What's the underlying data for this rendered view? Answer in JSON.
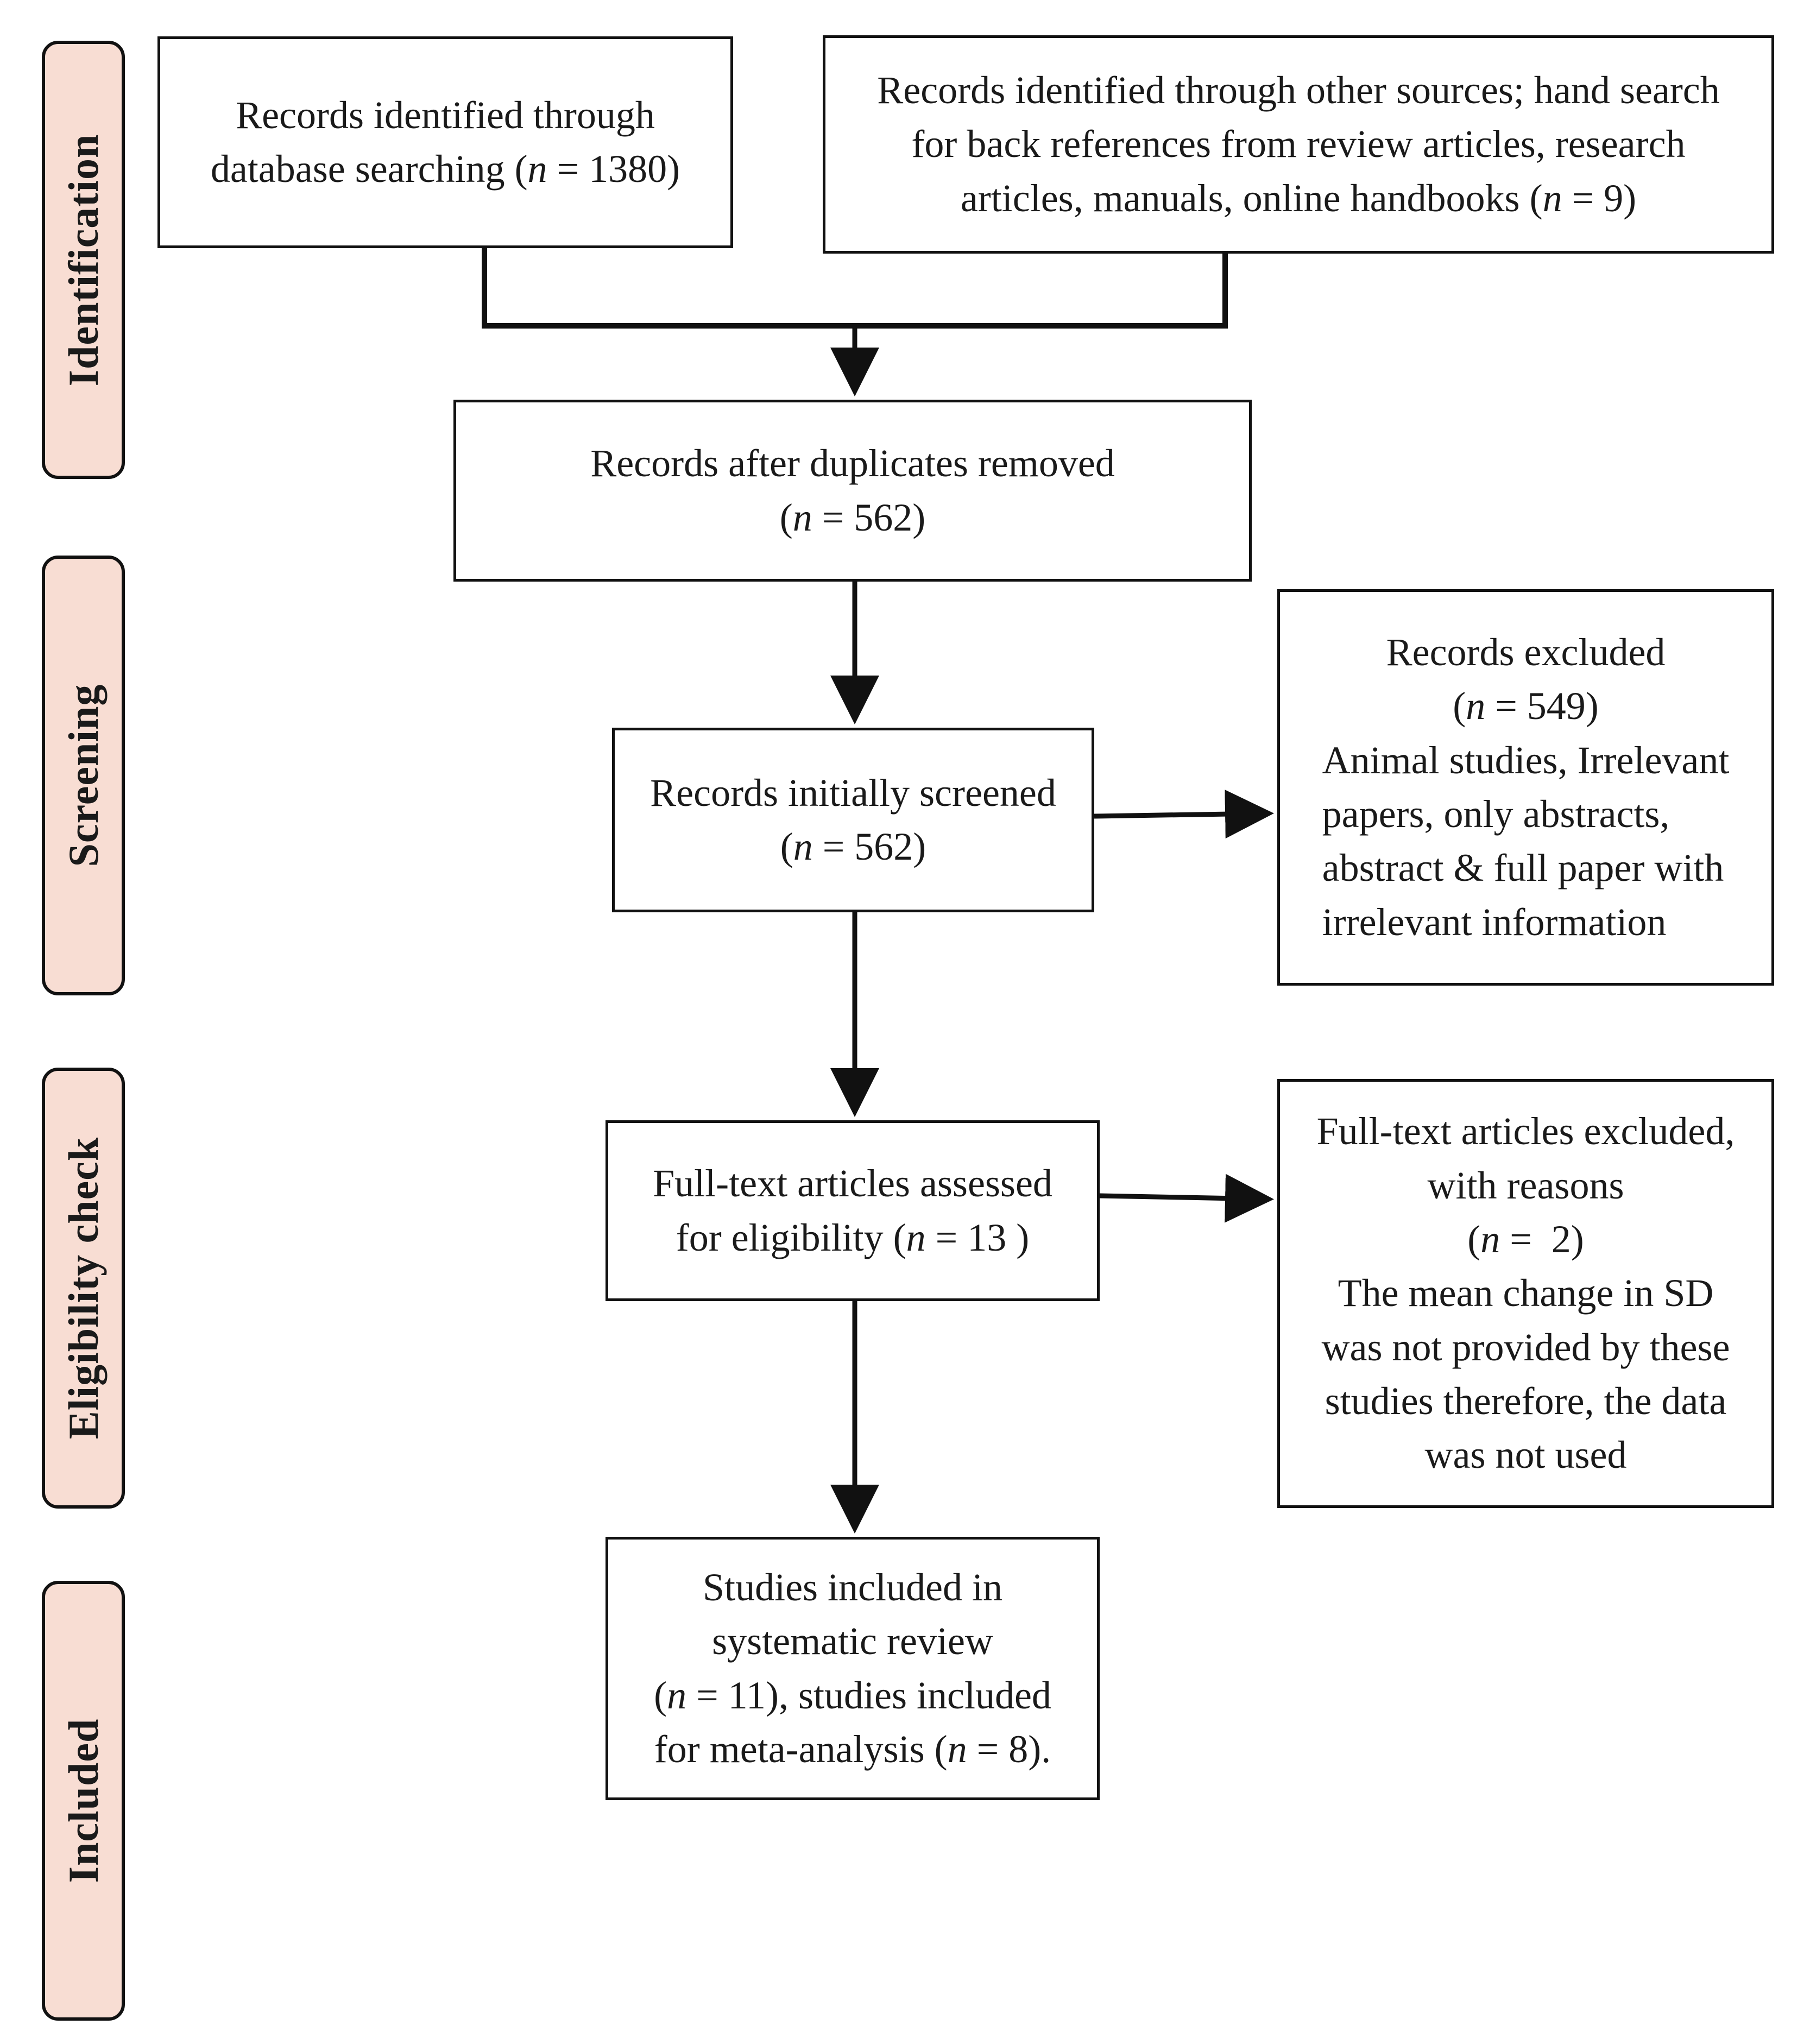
{
  "stages": {
    "identification": "Identification",
    "screening": "Screening",
    "eligibility": "Eligibility check",
    "included": "Included"
  },
  "boxes": {
    "database": {
      "line1": "Records identified through",
      "line2_prefix": "database searching (",
      "n_symbol": "n",
      "line2_suffix": " = 1380)"
    },
    "other_sources": {
      "line1": "Records identified through other sources; hand search",
      "line2": "for back references from review articles, research",
      "line3_prefix": "articles, manuals, online handbooks (",
      "n_symbol": "n",
      "line3_suffix": " = 9)"
    },
    "duplicates_removed": {
      "line1": "Records after duplicates removed",
      "line2_prefix": "(",
      "n_symbol": "n",
      "line2_suffix": " = 562)"
    },
    "screened": {
      "line1": "Records initially screened",
      "line2_prefix": "(",
      "n_symbol": "n",
      "line2_suffix": " = 562)"
    },
    "records_excluded": {
      "line1": "Records excluded",
      "line2_prefix": "(",
      "n_symbol": "n",
      "line2_suffix": " = 549)",
      "line3": "Animal studies, Irrelevant",
      "line4": "papers, only abstracts,",
      "line5": "abstract & full paper with",
      "line6": "irrelevant information"
    },
    "fulltext_assessed": {
      "line1": "Full-text articles assessed",
      "line2_prefix": "for eligibility (",
      "n_symbol": "n",
      "line2_suffix": " = 13 )"
    },
    "fulltext_excluded": {
      "line1": "Full-text articles excluded,",
      "line2": "with reasons",
      "line3_prefix": "(",
      "n_symbol": "n",
      "line3_suffix": " =  2)",
      "line4": "The mean change in SD",
      "line5": "was not provided by these",
      "line6": "studies therefore, the data",
      "line7": "was not used"
    },
    "included": {
      "line1": "Studies included in",
      "line2": "systematic review",
      "line3_prefix": "(",
      "n_symbol": "n",
      "line3_suffix": " = 11), studies included",
      "line4_prefix": "for meta-analysis (",
      "line4_suffix": " = 8)."
    }
  }
}
